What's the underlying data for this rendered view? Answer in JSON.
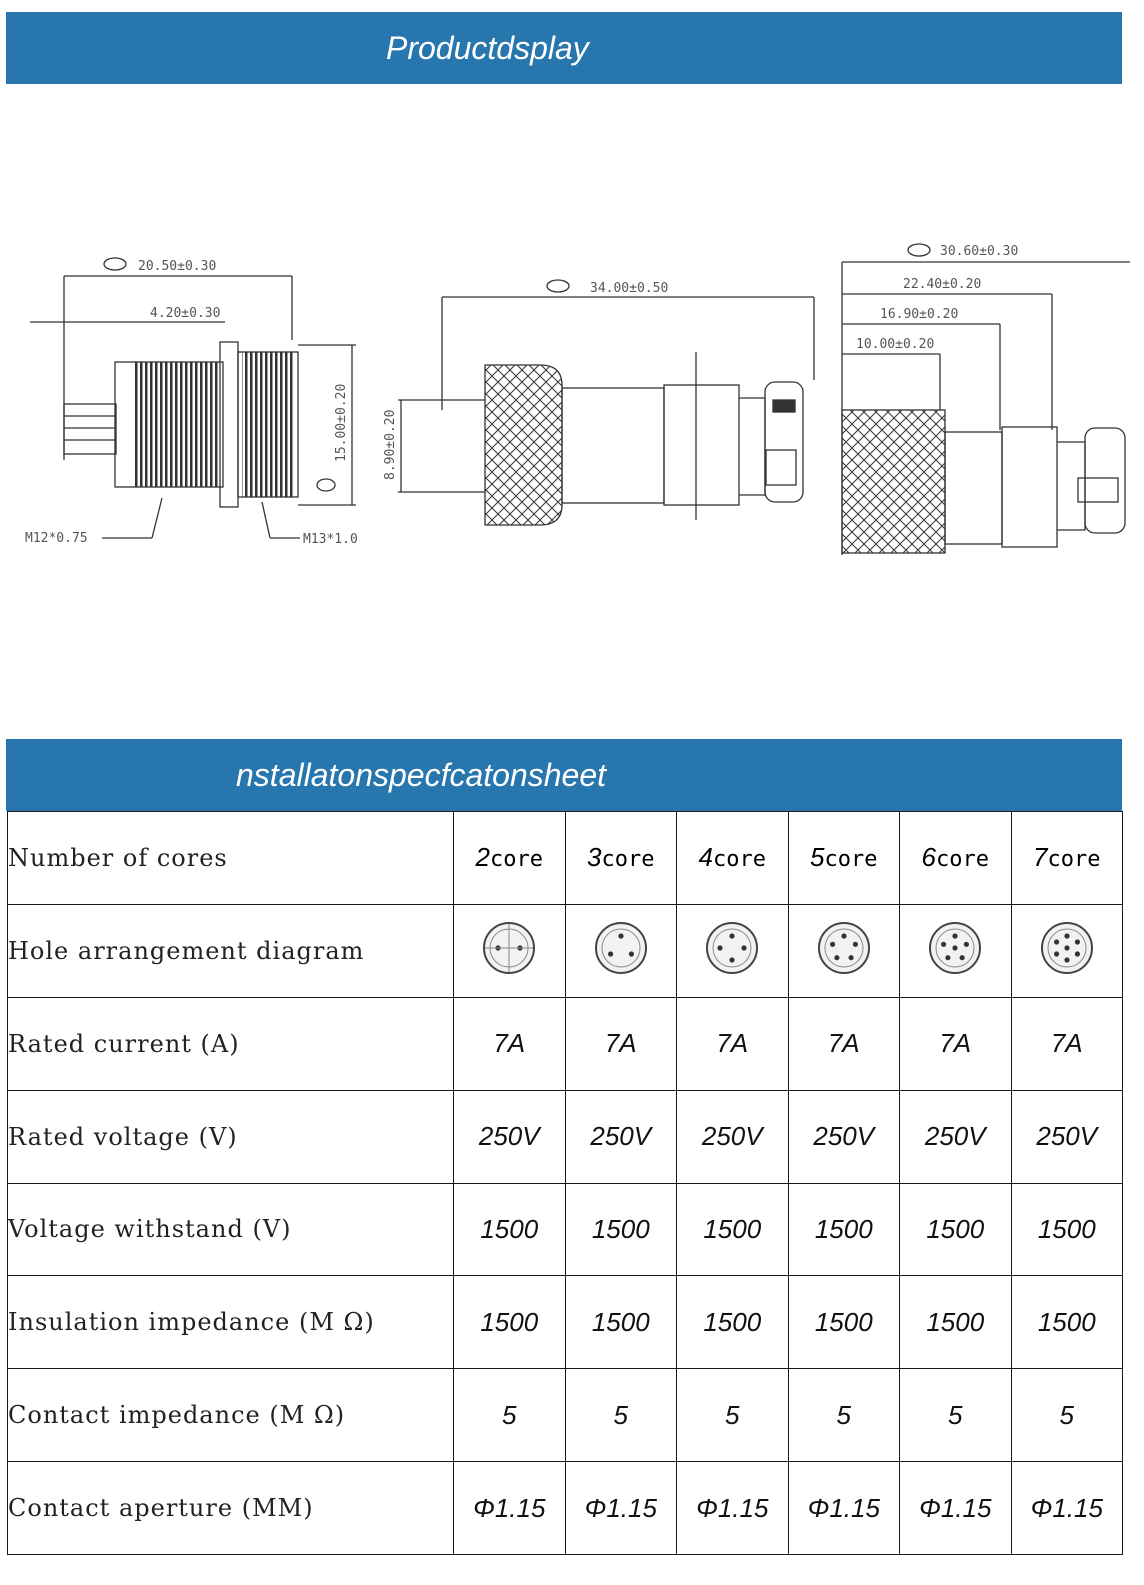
{
  "banners": {
    "product_display": "Productdsplay",
    "spec_sheet": "nstallatonspecfcatonsheet"
  },
  "drawings": {
    "panel_socket": {
      "overall_length": "20.50±0.30",
      "flange_offset": "4.20±0.30",
      "diameter": "15.00±0.20",
      "thread_rear": "M12*0.75",
      "thread_front": "M13*1.0"
    },
    "straight_plug": {
      "overall_length": "34.00±0.50",
      "pin_diameter": "8.90±0.20"
    },
    "angled_plug": {
      "overall_length": "30.60±0.30",
      "dim_2": "22.40±0.20",
      "dim_3": "16.90±0.20",
      "dim_4": "10.00±0.20"
    }
  },
  "spec": {
    "core_word": "core",
    "cores": [
      {
        "num": "2",
        "pins": 2
      },
      {
        "num": "3",
        "pins": 3
      },
      {
        "num": "4",
        "pins": 4
      },
      {
        "num": "5",
        "pins": 5
      },
      {
        "num": "6",
        "pins": 6
      },
      {
        "num": "7",
        "pins": 7
      }
    ],
    "rows": [
      {
        "label": "Number of cores"
      },
      {
        "label": "Hole arrangement diagram"
      },
      {
        "label": "Rated current (A)",
        "values": [
          "7A",
          "7A",
          "7A",
          "7A",
          "7A",
          "7A"
        ]
      },
      {
        "label": "Rated voltage (V)",
        "values": [
          "250V",
          "250V",
          "250V",
          "250V",
          "250V",
          "250V"
        ]
      },
      {
        "label": "Voltage withstand (V)",
        "values": [
          "1500",
          "1500",
          "1500",
          "1500",
          "1500",
          "1500"
        ]
      },
      {
        "label": "Insulation impedance (M Ω)",
        "values": [
          "1500",
          "1500",
          "1500",
          "1500",
          "1500",
          "1500"
        ]
      },
      {
        "label": "Contact impedance (M Ω)",
        "values": [
          "5",
          "5",
          "5",
          "5",
          "5",
          "5"
        ]
      },
      {
        "label": "Contact aperture (MM)",
        "values": [
          "Φ1.15",
          "Φ1.15",
          "Φ1.15",
          "Φ1.15",
          "Φ1.15",
          "Φ1.15"
        ]
      }
    ]
  }
}
